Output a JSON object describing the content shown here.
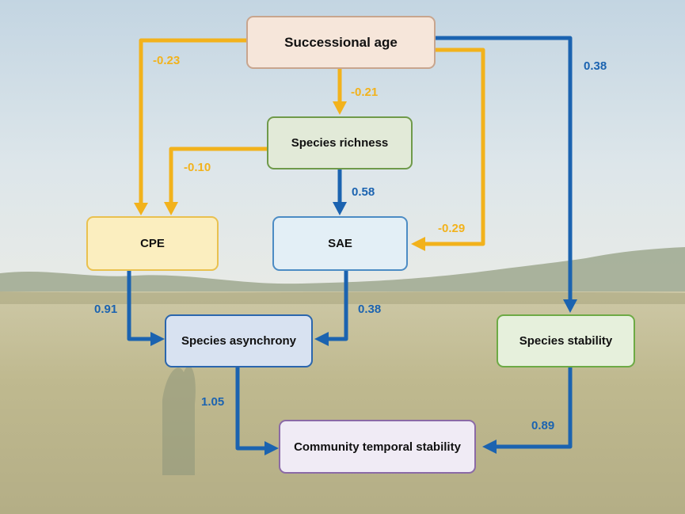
{
  "colors": {
    "positive": "#1b63b0",
    "negative": "#f2b21c"
  },
  "nodes": {
    "successional_age": "Successional age",
    "species_richness": "Species richness",
    "cpe": "CPE",
    "sae": "SAE",
    "species_asynchrony": "Species asynchrony",
    "species_stability": "Species stability",
    "community_temporal_stability": "Community temporal stability"
  },
  "paths": {
    "age_to_cpe": "-0.23",
    "age_to_richness": "-0.21",
    "age_to_stability": "0.38",
    "richness_to_cpe": "-0.10",
    "richness_to_sae": "0.58",
    "age_to_sae": "-0.29",
    "cpe_to_asynchrony": "0.91",
    "sae_to_asynchrony": "0.38",
    "asynchrony_to_community": "1.05",
    "stability_to_community": "0.89"
  }
}
